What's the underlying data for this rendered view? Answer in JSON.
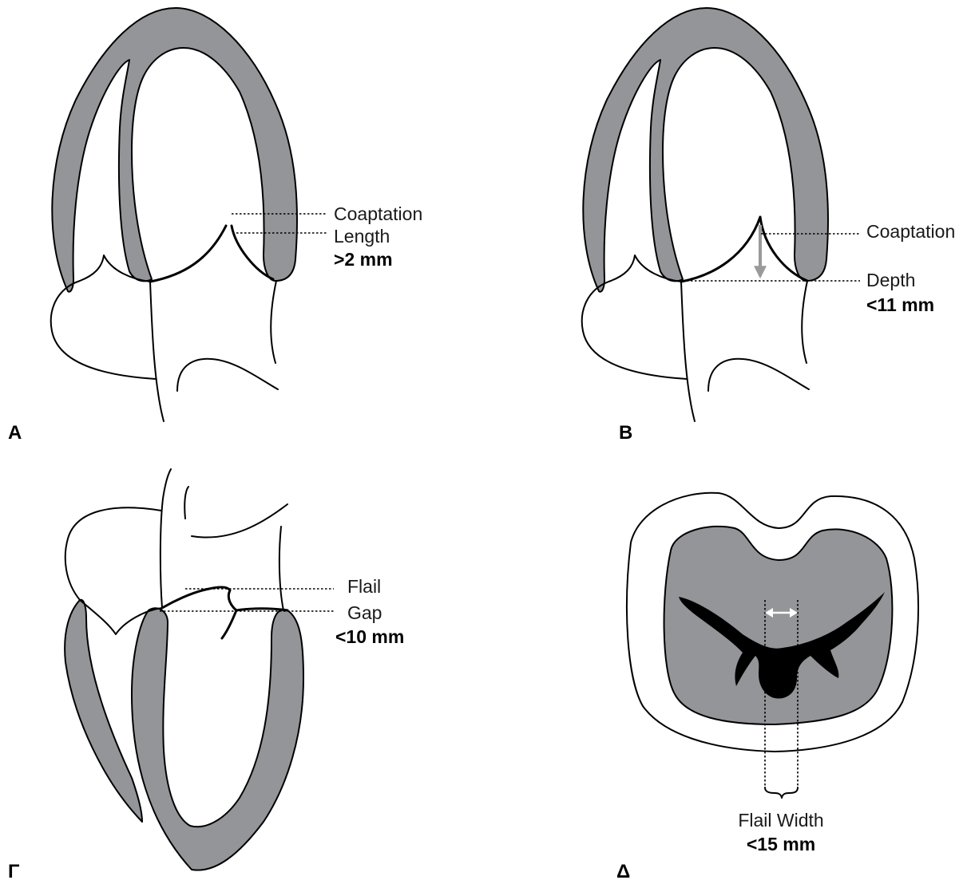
{
  "panels": {
    "a": {
      "letter": "A",
      "label1": "Coaptation",
      "label2": "Length",
      "value": ">2 mm"
    },
    "b": {
      "letter": "B",
      "label1": "Coaptation",
      "label2": "Depth",
      "value": "<11 mm"
    },
    "c": {
      "letter": "Γ",
      "label1": "Flail",
      "label2": "Gap",
      "value": "<10 mm"
    },
    "d": {
      "letter": "Δ",
      "label1": "Flail Width",
      "value": "<15 mm"
    }
  },
  "colors": {
    "myocardium": "#939598",
    "arrow_b": "#9a9a9a",
    "arrow_d": "#ffffff",
    "jet": "#000000"
  }
}
